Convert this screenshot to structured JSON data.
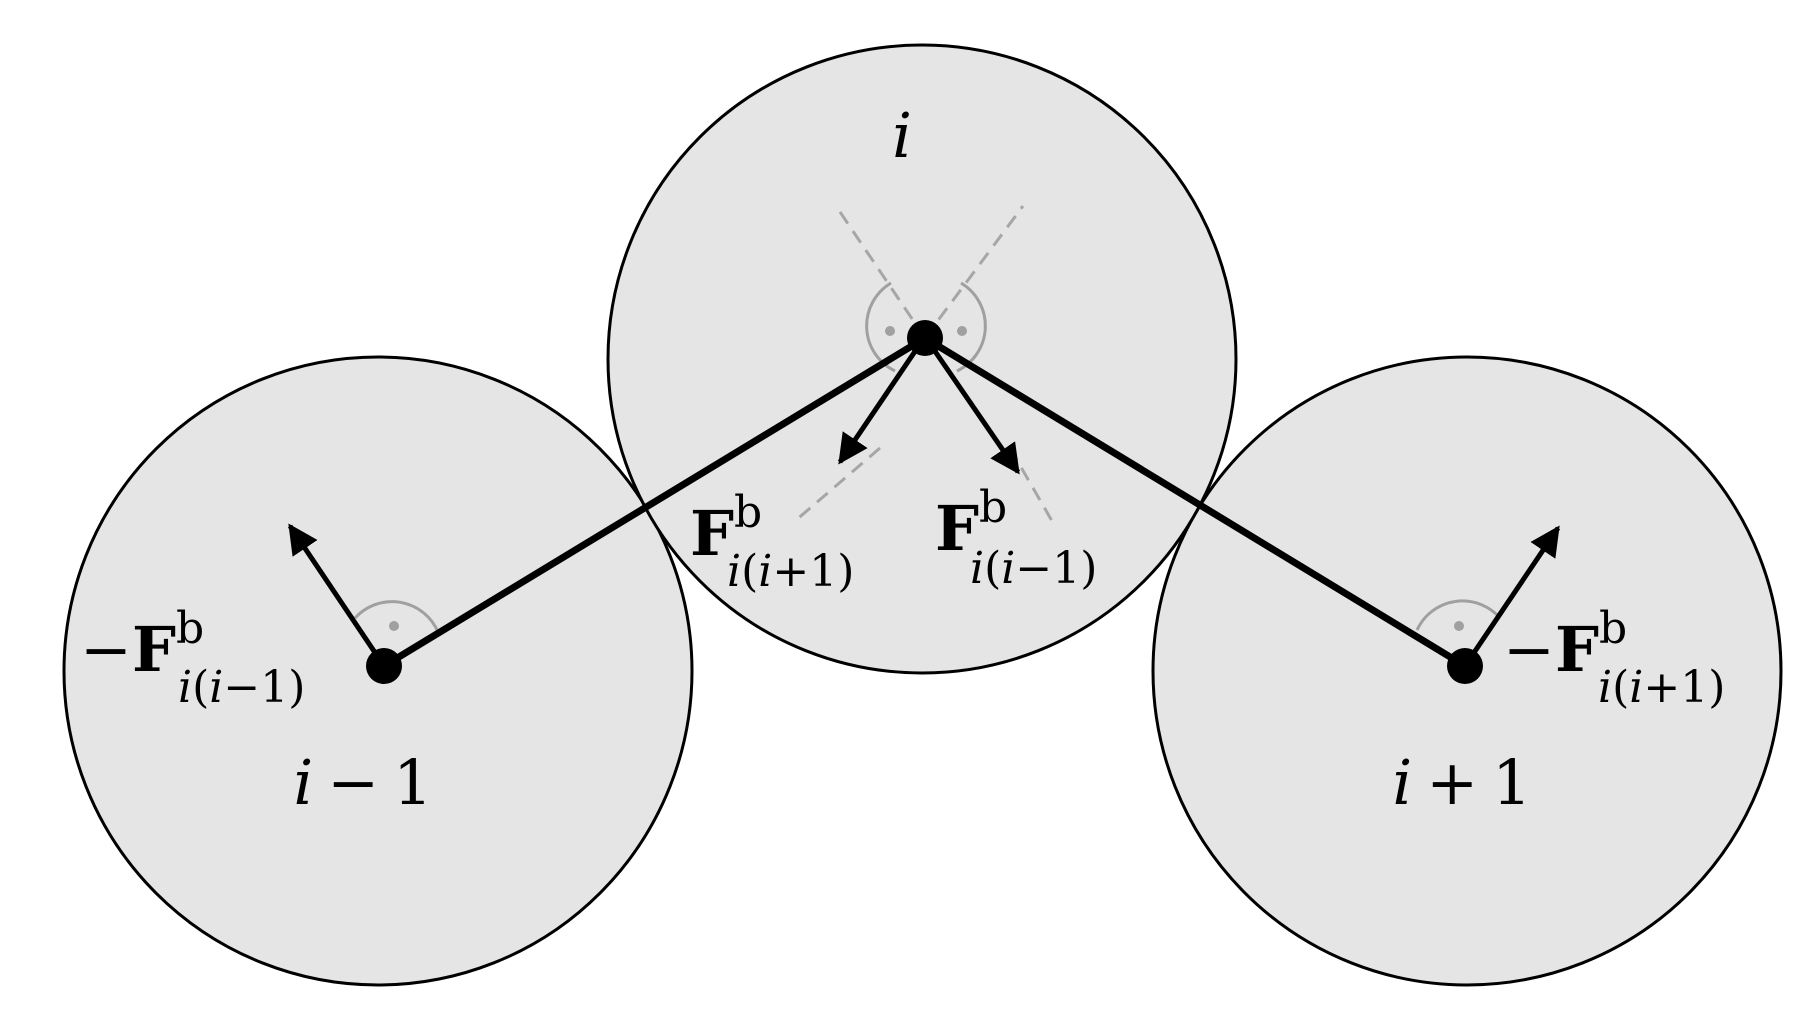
{
  "diagram": {
    "nodes": [
      {
        "id": "left",
        "label": {
          "var": "i",
          "op": "−",
          "num": "1"
        }
      },
      {
        "id": "center",
        "label": {
          "var": "i",
          "op": "",
          "num": ""
        }
      },
      {
        "id": "right",
        "label": {
          "var": "i",
          "op": "+",
          "num": "1"
        }
      }
    ],
    "forces": {
      "center_left": {
        "minus": "",
        "symbol": "F",
        "sup": "b",
        "sub_outer": "i",
        "sub_open": "(",
        "sub_var": "i",
        "sub_op": "+",
        "sub_num": "1",
        "sub_close": ")"
      },
      "center_right": {
        "minus": "",
        "symbol": "F",
        "sup": "b",
        "sub_outer": "i",
        "sub_open": "(",
        "sub_var": "i",
        "sub_op": "−",
        "sub_num": "1",
        "sub_close": ")"
      },
      "left": {
        "minus": "−",
        "symbol": "F",
        "sup": "b",
        "sub_outer": "i",
        "sub_open": "(",
        "sub_var": "i",
        "sub_op": "−",
        "sub_num": "1",
        "sub_close": ")"
      },
      "right": {
        "minus": "−",
        "symbol": "F",
        "sup": "b",
        "sub_outer": "i",
        "sub_open": "(",
        "sub_var": "i",
        "sub_op": "+",
        "sub_num": "1",
        "sub_close": ")"
      }
    },
    "colors": {
      "bead_fill": "#e5e5e5",
      "bead_stroke": "#000000",
      "bond": "#000000",
      "guide": "#a6a6a6",
      "right_angle_mark": "#a0a0a0"
    }
  }
}
